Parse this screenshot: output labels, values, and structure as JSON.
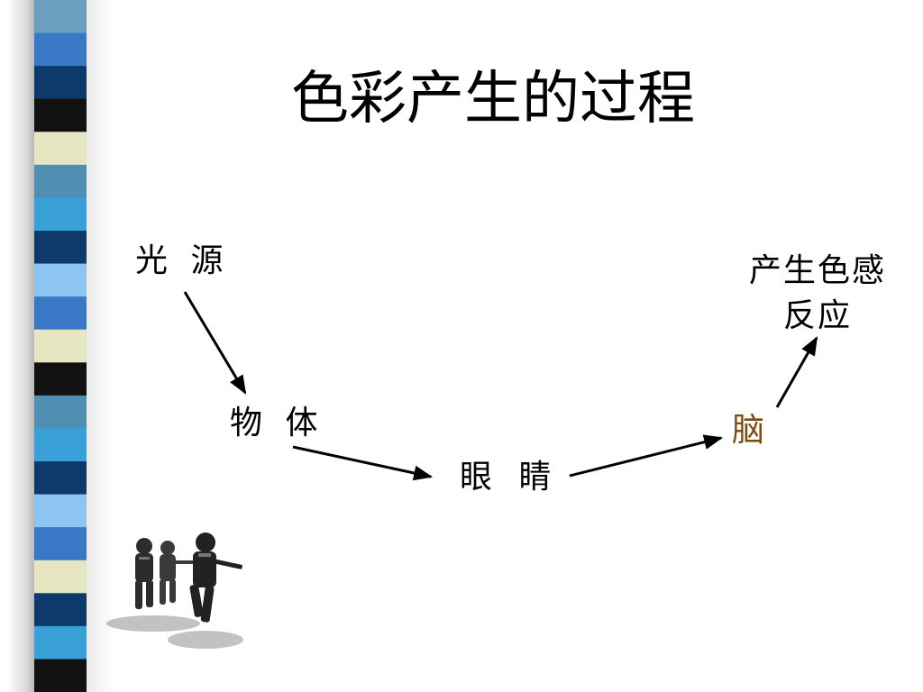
{
  "slide": {
    "title": "色彩产生的过程"
  },
  "diagram": {
    "nodes": {
      "light_source": "光 源",
      "object": "物 体",
      "eyes": "眼 睛",
      "brain": "脑",
      "result_line1": "产生色感",
      "result_line2": "反应"
    },
    "colors": {
      "brain": "#7a4a12",
      "arrow": "#000000"
    }
  },
  "decor": {
    "stripe_colors": [
      "#6a9fbd",
      "#3a77c4",
      "#0e3a6b",
      "#111111",
      "#e6e6c3",
      "#4f8fb3",
      "#3aa0d8",
      "#0e3a6b",
      "#8ec5f0",
      "#3a77c4",
      "#e6e6c3",
      "#111111",
      "#4f8fb3",
      "#3aa0d8",
      "#0e3a6b",
      "#8ec5f0",
      "#3a77c4",
      "#e6e6c3",
      "#0e3a6b",
      "#3aa0d8",
      "#111111"
    ],
    "clipart": "swat-team-soldiers"
  }
}
